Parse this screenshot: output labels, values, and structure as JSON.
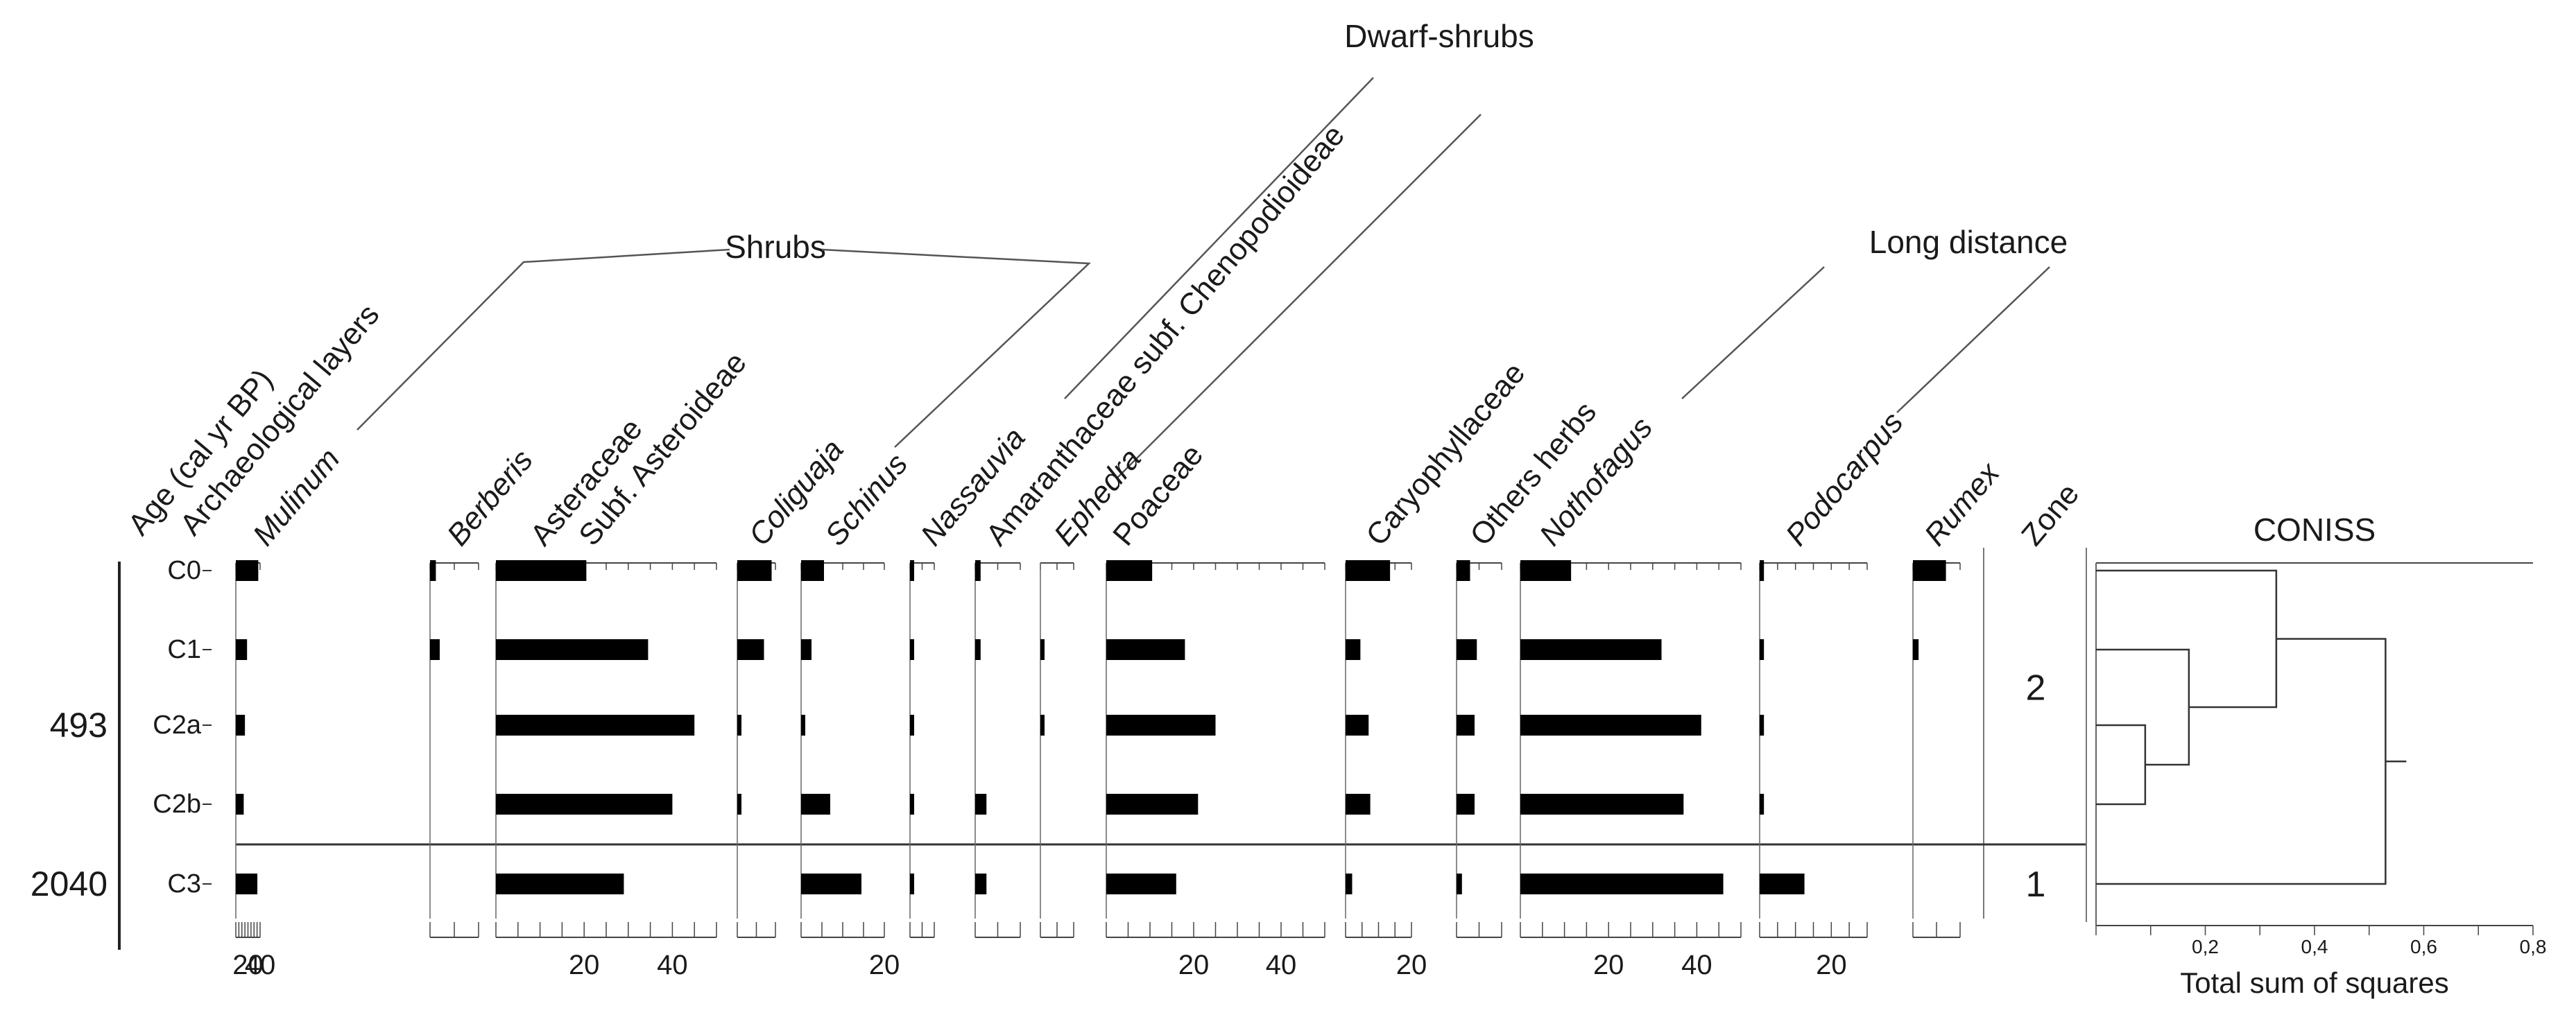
{
  "chart_data": {
    "type": "bar",
    "title": "",
    "age_axis_label": "Age (cal yr BP)",
    "layer_axis_label": "Archaeological layers",
    "zone_label": "Zone",
    "layers": [
      "C0",
      "C1",
      "C2a",
      "C2b",
      "C3"
    ],
    "ages": [
      {
        "layer": "C2a",
        "label": "493"
      },
      {
        "layer": "C3",
        "label": "2040"
      }
    ],
    "zones": [
      {
        "label": "2",
        "layers": [
          "C0",
          "C1",
          "C2a",
          "C2b"
        ]
      },
      {
        "label": "1",
        "layers": [
          "C3"
        ]
      }
    ],
    "groups": [
      {
        "label": "Shrubs",
        "taxa": [
          "Berberis",
          "Asteraceae Subf. Asteroideae",
          "Coliguaja",
          "Schinus"
        ]
      },
      {
        "label": "Dwarf-shrubs",
        "taxa": [
          "Nassauvia",
          "Amaranthaceae subf. Chenopodioideae"
        ]
      },
      {
        "label": "Long distance",
        "taxa": [
          "Nothofagus",
          "Podocarpus"
        ]
      }
    ],
    "series": [
      {
        "name": "Mulinum",
        "name_lines": [
          "Mulinum"
        ],
        "italic": true,
        "axis_max": 40,
        "ticks": [
          20,
          40
        ],
        "values": [
          37,
          18.5,
          15,
          13,
          35.5
        ]
      },
      {
        "name": "Berberis",
        "name_lines": [
          "Berberis"
        ],
        "italic": true,
        "axis_max": 10,
        "ticks": [],
        "values": [
          1.2,
          2,
          0,
          0,
          0
        ]
      },
      {
        "name": "Asteraceae Subf. Asteroideae",
        "name_lines": [
          "Asteraceae",
          "Subf. Asteroideae"
        ],
        "italic": false,
        "axis_max": 50,
        "ticks": [
          20,
          40
        ],
        "values": [
          20.5,
          34.5,
          45,
          40,
          29
        ]
      },
      {
        "name": "Coliguaja",
        "name_lines": [
          "Coliguaja"
        ],
        "italic": true,
        "axis_max": 10,
        "ticks": [],
        "values": [
          9,
          7,
          0.8,
          0.8,
          0
        ]
      },
      {
        "name": "Schinus",
        "name_lines": [
          "Schinus"
        ],
        "italic": true,
        "axis_max": 20,
        "ticks": [
          20
        ],
        "values": [
          5.5,
          2.5,
          0.8,
          7,
          14.5
        ]
      },
      {
        "name": "Nassauvia",
        "name_lines": [
          "Nassauvia"
        ],
        "italic": true,
        "axis_max": 10,
        "ticks": [],
        "values": [
          1.2,
          1.2,
          1.2,
          1.2,
          1.2
        ]
      },
      {
        "name": "Amaranthaceae subf. Chenopodioideae",
        "name_lines": [
          "Amaranthaceae subf. Chenopodioideae"
        ],
        "italic": false,
        "axis_max": 10,
        "ticks": [],
        "values": [
          1.2,
          1.2,
          0,
          2.5,
          2.5
        ]
      },
      {
        "name": "Ephedra",
        "name_lines": [
          "Ephedra"
        ],
        "italic": true,
        "axis_max": 10,
        "ticks": [],
        "values": [
          0,
          0.8,
          0.8,
          0,
          0
        ]
      },
      {
        "name": "Poaceae",
        "name_lines": [
          "Poaceae"
        ],
        "italic": false,
        "axis_max": 50,
        "ticks": [
          20,
          40
        ],
        "values": [
          10.5,
          18,
          25,
          21,
          16
        ]
      },
      {
        "name": "Caryophyllaceae",
        "name_lines": [
          "Caryophyllaceae"
        ],
        "italic": false,
        "axis_max": 20,
        "ticks": [
          20
        ],
        "values": [
          13.5,
          4.5,
          7,
          7.5,
          2
        ]
      },
      {
        "name": "Others herbs",
        "name_lines": [
          "Others herbs"
        ],
        "italic": false,
        "axis_max": 10,
        "ticks": [],
        "values": [
          3,
          4.5,
          4,
          4,
          1.2
        ]
      },
      {
        "name": "Nothofagus",
        "name_lines": [
          "Nothofagus"
        ],
        "italic": true,
        "axis_max": 50,
        "ticks": [
          20,
          40
        ],
        "values": [
          11.5,
          32,
          41,
          37,
          46
        ]
      },
      {
        "name": "Podocarpus",
        "name_lines": [
          "Podocarpus"
        ],
        "italic": true,
        "axis_max": 30,
        "ticks": [
          20
        ],
        "values": [
          1.2,
          1.2,
          1.2,
          1.2,
          12.5
        ]
      },
      {
        "name": "Rumex",
        "name_lines": [
          "Rumex"
        ],
        "italic": true,
        "axis_max": 10,
        "ticks": [],
        "values": [
          7,
          1.2,
          0,
          0,
          0
        ]
      }
    ],
    "coniss": {
      "title": "CONISS",
      "xlabel": "Total sum of squares",
      "xlim": [
        0,
        0.8
      ],
      "ticks": [
        "0,2",
        "0,4",
        "0,6",
        "0,8"
      ],
      "merges": [
        {
          "a": "C2a",
          "b": "C2b",
          "height": 0.09
        },
        {
          "a": "C1",
          "b": "C2a+C2b",
          "height": 0.17
        },
        {
          "a": "C0",
          "b": "C1+C2a+C2b",
          "height": 0.33
        },
        {
          "a": "C0-C2b",
          "b": "C3",
          "height": 0.53
        }
      ]
    }
  }
}
